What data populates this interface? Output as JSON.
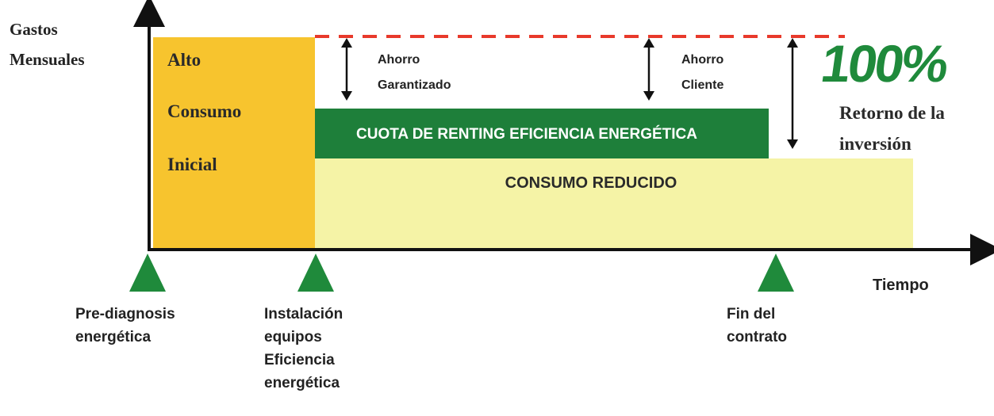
{
  "colors": {
    "initial_block": "#f7c42e",
    "reduced_block": "#f5f3a6",
    "renting_block": "#1e7f3a",
    "milestone_marker": "#1f8a3b",
    "dashed_line": "#e8392b",
    "percent_text": "#1f8a3b",
    "axis": "#111111"
  },
  "y_axis_label": [
    "Gastos",
    "Mensuales"
  ],
  "x_axis_label": "Tiempo",
  "initial_block_text": [
    "Alto",
    "Consumo",
    "Inicial"
  ],
  "renting_band_text": "CUOTA DE RENTING EFICIENCIA ENERGÉTICA",
  "reduced_block_text": "CONSUMO REDUCIDO",
  "savings_guaranteed": [
    "Ahorro",
    "Garantizado"
  ],
  "savings_client": [
    "Ahorro",
    "Cliente"
  ],
  "big_percent": "100%",
  "return_text": [
    "Retorno de la",
    "inversión"
  ],
  "milestones": [
    {
      "name": "pre-diagnosis",
      "lines": [
        "Pre-diagnosis",
        "energética"
      ]
    },
    {
      "name": "installation",
      "lines": [
        "Instalación",
        "equipos",
        "Eficiencia",
        "energética"
      ]
    },
    {
      "name": "contract-end",
      "lines": [
        "Fin del",
        "contrato"
      ]
    }
  ]
}
